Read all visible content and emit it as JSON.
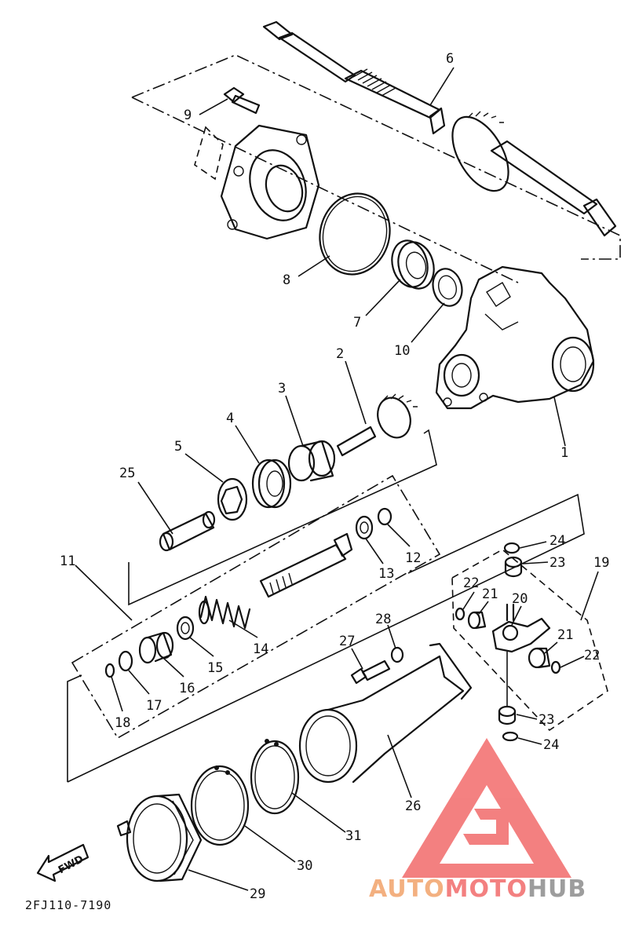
{
  "diagram": {
    "drawing_code": "2FJ110-7190",
    "direction_label": "FWD",
    "callouts": {
      "c1": "1",
      "c2": "2",
      "c3": "3",
      "c4": "4",
      "c5": "5",
      "c6": "6",
      "c7": "7",
      "c8": "8",
      "c9": "9",
      "c10": "10",
      "c11": "11",
      "c12": "12",
      "c13": "13",
      "c14": "14",
      "c15": "15",
      "c16": "16",
      "c17": "17",
      "c18": "18",
      "c19": "19",
      "c20": "20",
      "c21a": "21",
      "c21b": "21",
      "c22a": "22",
      "c22b": "22",
      "c23a": "23",
      "c23b": "23",
      "c24a": "24",
      "c24b": "24",
      "c25": "25",
      "c26": "26",
      "c27": "27",
      "c28": "28",
      "c29": "29",
      "c30": "30",
      "c31": "31"
    }
  },
  "watermark": {
    "word_auto": "AUTO",
    "word_moto": "MOTO",
    "word_hub": "HUB",
    "color_primary": "#f26b6b",
    "color_secondary": "#f2a36b",
    "color_gray": "#8c8c8c"
  }
}
